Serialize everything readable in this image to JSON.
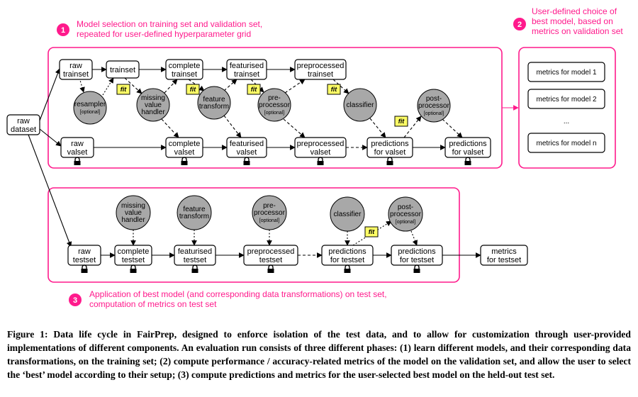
{
  "phases": {
    "p1": {
      "number": "1",
      "line1": "Model selection on training set and validation set,",
      "line2": "repeated for user-defined hyperparameter grid"
    },
    "p2": {
      "number": "2",
      "line1": "User-defined choice of",
      "line2": "best model, based on",
      "line3": "metrics on validation set"
    },
    "p3": {
      "number": "3",
      "line1": "Application of best model (and corresponding data transformations) on test set,",
      "line2": "computation of metrics on test set"
    }
  },
  "nodes": {
    "raw_dataset": [
      "raw",
      "dataset"
    ],
    "raw_trainset": [
      "raw",
      "trainset"
    ],
    "trainset": [
      "trainset"
    ],
    "complete_trainset": [
      "complete",
      "trainset"
    ],
    "featurised_trainset": [
      "featurised",
      "trainset"
    ],
    "preprocessed_trainset": [
      "preprocessed",
      "trainset"
    ],
    "raw_valset": [
      "raw",
      "valset"
    ],
    "complete_valset": [
      "complete",
      "valset"
    ],
    "featurised_valset": [
      "featurised",
      "valset"
    ],
    "preprocessed_valset": [
      "preprocessed",
      "valset"
    ],
    "predictions_valset": [
      "predictions",
      "for valset"
    ],
    "predictions_valset_post": [
      "predictions",
      "for valset"
    ],
    "raw_testset": [
      "raw",
      "testset"
    ],
    "complete_testset": [
      "complete",
      "testset"
    ],
    "featurised_testset": [
      "featurised",
      "testset"
    ],
    "preprocessed_testset": [
      "preprocessed",
      "testset"
    ],
    "predictions_testset": [
      "predictions",
      "for testset"
    ],
    "predictions_testset_post": [
      "predictions",
      "for testset"
    ],
    "metrics_testset": [
      "metrics",
      "for testset"
    ]
  },
  "components": {
    "resampler": [
      "resampler",
      "[optional]"
    ],
    "missing_value_handler": [
      "missing",
      "value",
      "handler"
    ],
    "feature_transform": [
      "feature",
      "transform"
    ],
    "preprocessor": [
      "pre-",
      "processor",
      "[optional]"
    ],
    "classifier": [
      "classifier"
    ],
    "postprocessor": [
      "post-",
      "processor",
      "[optional]"
    ],
    "t_missing_value_handler": [
      "missing",
      "value",
      "handler"
    ],
    "t_feature_transform": [
      "feature",
      "transform"
    ],
    "t_preprocessor": [
      "pre-",
      "processor",
      "[optional]"
    ],
    "t_classifier": [
      "classifier"
    ],
    "t_postprocessor": [
      "post-",
      "processor",
      "[optional]"
    ]
  },
  "fit_label": "fit",
  "metrics": {
    "m1": "metrics for model 1",
    "m2": "metrics for model 2",
    "ellipsis": "...",
    "mn": "metrics for model n"
  },
  "icons": {
    "lock": "lock-icon"
  },
  "colors": {
    "accent": "#ff1a8c",
    "component": "#a8a8a8",
    "fit": "#ffff66"
  },
  "caption": "Figure 1: Data life cycle in FairPrep, designed to enforce isolation of the test data, and to allow for customization through user-provided implementations of different components. An evaluation run consists of three different phases: (1) learn different models, and their corresponding data transformations, on the training set; (2) compute performance / accuracy-related metrics of the model on the validation set, and allow the user to select the ‘best’ model according to their setup; (3) compute predictions and metrics for the user-selected best model on the held-out test set."
}
